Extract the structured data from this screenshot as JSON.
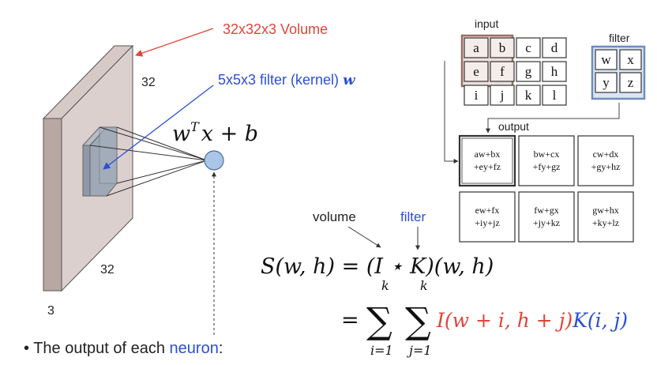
{
  "left": {
    "volume_label": "32x32x3 Volume",
    "filter_label": "5x5x3 filter (kernel)",
    "filter_var": "w",
    "dim_height": "32",
    "dim_width": "32",
    "dim_depth": "3",
    "neuron_eq": {
      "w": "w",
      "sup": "T",
      "rest": "x + b"
    }
  },
  "grid": {
    "input_title": "input",
    "filter_title": "filter",
    "output_title": "output",
    "input_cells": [
      "a",
      "b",
      "c",
      "d",
      "e",
      "f",
      "g",
      "h",
      "i",
      "j",
      "k",
      "l"
    ],
    "filter_cells": [
      "w",
      "x",
      "y",
      "z"
    ],
    "output_cells": [
      {
        "l1": "aw+bx",
        "l2": "+ey+fz"
      },
      {
        "l1": "bw+cx",
        "l2": "+fy+gz"
      },
      {
        "l1": "cw+dx",
        "l2": "+gy+hz"
      },
      {
        "l1": "ew+fx",
        "l2": "+iy+jz"
      },
      {
        "l1": "fw+gx",
        "l2": "+jy+kz"
      },
      {
        "l1": "gw+hx",
        "l2": "+ky+lz"
      }
    ]
  },
  "formula": {
    "volume_label": "volume",
    "filter_label": "filter",
    "line1": "S(w, h) = (I ⋆ K)(w, h)",
    "eq": "=",
    "sum_top": "k",
    "sum_bottom1": "i=1",
    "sum_bottom2": "j=1",
    "term_red": "I(w + i, h + j)",
    "term_blue": "K(i, j)"
  },
  "bullet": {
    "prefix": "• The output of each ",
    "highlight": "neuron",
    "suffix": ":"
  },
  "colors": {
    "red": "#e0453a",
    "blue": "#2a4fd6",
    "highlight_fill": "#eee0dc",
    "highlight_border": "#9b6a5e",
    "filter_fill": "#dbe6f5",
    "filter_border": "#6f8cbd",
    "neuron_fill": "#a9c6e6"
  }
}
